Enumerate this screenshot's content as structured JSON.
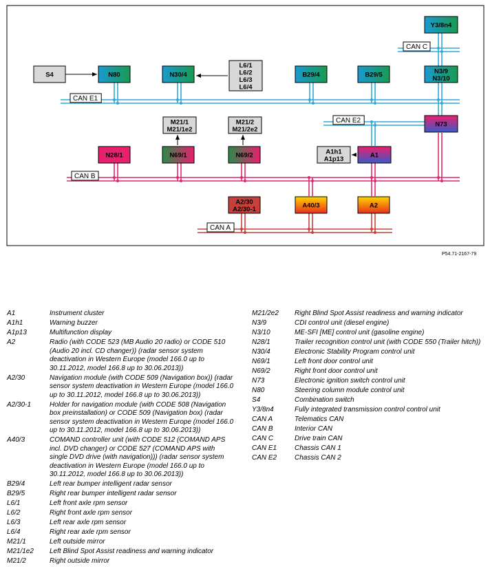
{
  "bus_colors": {
    "can_e": "#2ea8d8",
    "can_b": "#e0266e",
    "can_a": "#c8403c",
    "arrow": "#000000"
  },
  "buses": [
    {
      "id": "cane1",
      "label": "CAN E1"
    },
    {
      "id": "cane2",
      "label": "CAN E2"
    },
    {
      "id": "canb",
      "label": "CAN B"
    },
    {
      "id": "cana",
      "label": "CAN A"
    },
    {
      "id": "canc",
      "label": "CAN C"
    }
  ],
  "modules": [
    {
      "id": "S4",
      "lines": [
        "S4"
      ],
      "fill": "#d8d8d8"
    },
    {
      "id": "N80",
      "lines": [
        "N80"
      ],
      "fill": "gradient-blue-green"
    },
    {
      "id": "N30_4",
      "lines": [
        "N30/4"
      ],
      "fill": "gradient-blue-green"
    },
    {
      "id": "L6",
      "lines": [
        "L6/1",
        "L6/2",
        "L6/3",
        "L6/4"
      ],
      "fill": "#d8d8d8"
    },
    {
      "id": "B29_4",
      "lines": [
        "B29/4"
      ],
      "fill": "gradient-blue-green"
    },
    {
      "id": "B29_5",
      "lines": [
        "B29/5"
      ],
      "fill": "gradient-blue-green"
    },
    {
      "id": "Y3_8n4",
      "lines": [
        "Y3/8n4"
      ],
      "fill": "gradient-blue-green"
    },
    {
      "id": "N3",
      "lines": [
        "N3/9",
        "N3/10"
      ],
      "fill": "gradient-blue-green"
    },
    {
      "id": "N73",
      "lines": [
        "N73"
      ],
      "fill": "gradient-pink-blue"
    },
    {
      "id": "M21_1",
      "lines": [
        "M21/1",
        "M21/1e2"
      ],
      "fill": "#d8d8d8"
    },
    {
      "id": "M21_2",
      "lines": [
        "M21/2",
        "M21/2e2"
      ],
      "fill": "#d8d8d8"
    },
    {
      "id": "N28_1",
      "lines": [
        "N28/1"
      ],
      "fill": "#e8206e"
    },
    {
      "id": "N69_1",
      "lines": [
        "N69/1"
      ],
      "fill": "gradient-green-pink"
    },
    {
      "id": "N69_2",
      "lines": [
        "N69/2"
      ],
      "fill": "gradient-green-pink"
    },
    {
      "id": "A1h1",
      "lines": [
        "A1h1",
        "A1p13"
      ],
      "fill": "#d8d8d8"
    },
    {
      "id": "A1",
      "lines": [
        "A1"
      ],
      "fill": "gradient-pink-blue"
    },
    {
      "id": "A2_30",
      "lines": [
        "A2/30",
        "A2/30-1"
      ],
      "fill": "#c8403c"
    },
    {
      "id": "A40_3",
      "lines": [
        "A40/3"
      ],
      "fill": "gradient-yellow-red"
    },
    {
      "id": "A2",
      "lines": [
        "A2"
      ],
      "fill": "gradient-yellow-red"
    }
  ],
  "figure_ref": "P54.71-2167-79",
  "legend_left": [
    {
      "code": "A1",
      "desc": "Instrument cluster"
    },
    {
      "code": "A1h1",
      "desc": "Warning buzzer"
    },
    {
      "code": "A1p13",
      "desc": "Multifunction display"
    },
    {
      "code": "A2",
      "desc": "Radio (with CODE 523 (MB Audio 20 radio) or CODE 510 (Audio 20 incl. CD changer)) (radar sensor system deactivation in Western Europe (model 166.0 up to 30.11.2012, model 166.8 up to 30.06.2013))"
    },
    {
      "code": "A2/30",
      "desc": "Navigation module (with CODE 509 (Navigation box)) (radar sensor system deactivation in Western Europe (model 166.0 up to 30.11.2012, model 166.8 up to 30.06.2013))"
    },
    {
      "code": "A2/30-1",
      "desc": "Holder for navigation module (with CODE 508 (Navigation box preinstallation) or CODE 509 (Navigation box) (radar sensor system deactivation in Western Europe (model 166.0 up to 30.11.2012, model 166.8 up to 30.06.2013))"
    },
    {
      "code": "A40/3",
      "desc": "COMAND controller unit (with CODE 512 (COMAND APS incl. DVD changer) or CODE 527 (COMAND APS with single DVD drive (with navigation))) (radar sensor system deactivation in Western Europe (model 166.0 up to 30.11.2012, model 166.8 up to 30.06.2013))"
    },
    {
      "code": "B29/4",
      "desc": "Left rear bumper intelligent radar sensor"
    },
    {
      "code": "B29/5",
      "desc": "Right rear bumper intelligent radar sensor"
    },
    {
      "code": "L6/1",
      "desc": "Left front axle rpm sensor"
    },
    {
      "code": "L6/2",
      "desc": "Right front axle rpm sensor"
    },
    {
      "code": "L6/3",
      "desc": "Left rear axle rpm sensor"
    },
    {
      "code": "L6/4",
      "desc": "Right rear axle rpm sensor"
    },
    {
      "code": "M21/1",
      "desc": "Left outside mirror"
    },
    {
      "code": "M21/1e2",
      "desc": "Left Blind Spot Assist readiness and warning indicator"
    },
    {
      "code": "M21/2",
      "desc": "Right outside mirror"
    }
  ],
  "legend_right": [
    {
      "code": "M21/2e2",
      "desc": "Right Blind Spot Assist readiness and warning indicator"
    },
    {
      "code": "N3/9",
      "desc": "CDI control unit (diesel engine)"
    },
    {
      "code": "N3/10",
      "desc": "ME-SFI [ME] control unit (gasoline engine)"
    },
    {
      "code": "N28/1",
      "desc": "Trailer recognition control unit (with CODE 550 (Trailer hitch))"
    },
    {
      "code": "N30/4",
      "desc": "Electronic Stability Program control unit"
    },
    {
      "code": "N69/1",
      "desc": "Left front door control unit"
    },
    {
      "code": "N69/2",
      "desc": "Right front door control unit"
    },
    {
      "code": "N73",
      "desc": "Electronic ignition switch control unit"
    },
    {
      "code": "N80",
      "desc": "Steering column module control unit"
    },
    {
      "code": "S4",
      "desc": "Combination switch"
    },
    {
      "code": "Y3/8n4",
      "desc": "Fully integrated transmission control control unit"
    },
    {
      "code": "CAN A",
      "desc": "Telematics CAN"
    },
    {
      "code": "CAN B",
      "desc": "Interior CAN"
    },
    {
      "code": "CAN C",
      "desc": "Drive train CAN"
    },
    {
      "code": "CAN E1",
      "desc": "Chassis CAN 1"
    },
    {
      "code": "CAN E2",
      "desc": "Chassis CAN 2"
    }
  ]
}
